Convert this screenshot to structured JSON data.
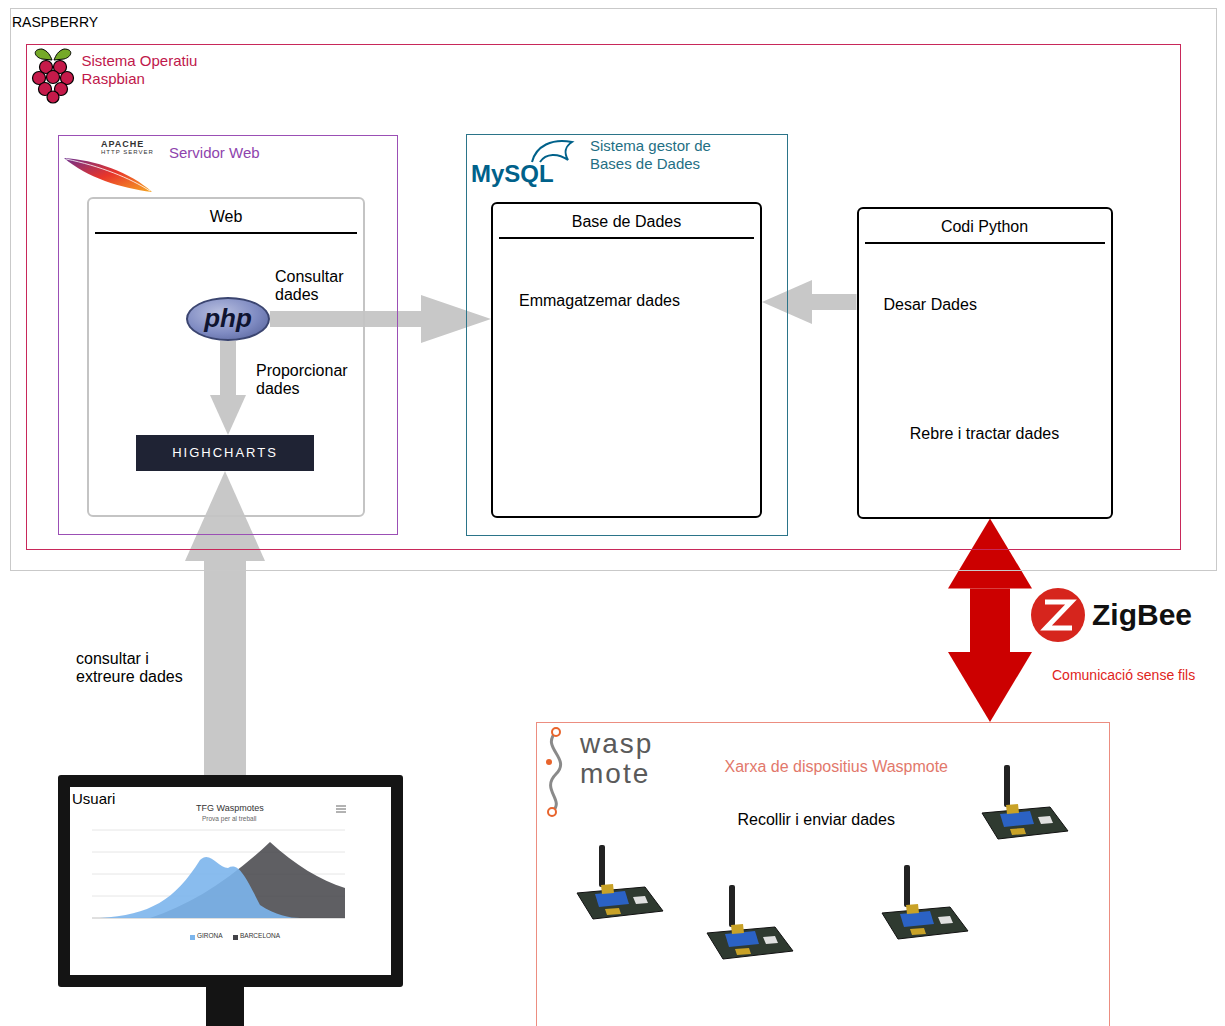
{
  "diagram": {
    "nodes": [
      {
        "text": [
          "RASPBERRY"
        ]
      },
      {
        "text": [
          "Sistema Operatiu Raspbian"
        ],
        "in": 0
      },
      {
        "text": [
          "Servidor Web"
        ],
        "in": 1
      },
      {
        "text": [
          "Web"
        ],
        "in": 2
      },
      {
        "text": [
          "php"
        ],
        "in": 3
      },
      {
        "text": [
          "HIGHCHARTS"
        ],
        "in": 3
      },
      {
        "text": [
          "Sistema gestor de Bases de Dades"
        ],
        "in": 1
      },
      {
        "text": [
          "Base de Dades",
          "Emmagatzemar dades"
        ],
        "in": 6
      },
      {
        "text": [
          "Codi Python",
          "Desar Dades",
          "Rebre i tractar dades"
        ],
        "in": 1
      },
      {
        "text": [
          "Usuari"
        ]
      },
      {
        "text": [
          "Xarxa de dispositius Waspmote",
          "Recollir i enviar dades"
        ]
      }
    ],
    "edges": [
      {
        "from": 4,
        "to": 7,
        "arrow": "to",
        "label": "Consultar dades"
      },
      {
        "from": 4,
        "to": 5,
        "arrow": "to",
        "label": "Proporcionar dades"
      },
      {
        "from": 8,
        "to": 7,
        "arrow": "to"
      },
      {
        "from": 9,
        "to": 5,
        "arrow": "to",
        "label": "consultar i extreure dades"
      },
      {
        "from": 8,
        "to": 10,
        "arrow": "both",
        "label": "Comunicació sense fils"
      }
    ],
    "labels": [
      "APACHE",
      "HTTP SERVER",
      "MySQL",
      "ZigBee",
      "wasp",
      "mote",
      "TFG Waspmotes",
      "Prova per al treball",
      "GIRONA",
      "BARCELONA"
    ]
  }
}
